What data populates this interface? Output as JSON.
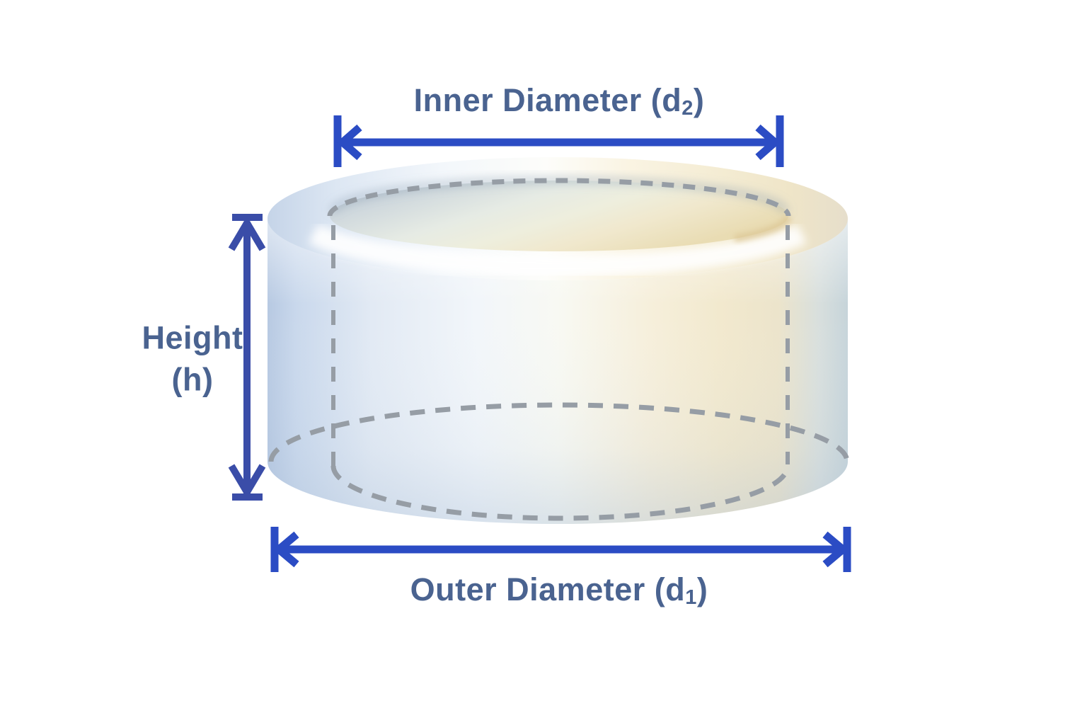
{
  "figure": {
    "name": "hollow-cylinder-dimension-diagram",
    "labels": {
      "inner_diameter": {
        "text": "Inner Diameter (d",
        "subscript": "2",
        "close_paren": ")"
      },
      "outer_diameter": {
        "text": "Outer Diameter (d",
        "subscript": "1",
        "close_paren": ")"
      },
      "height": {
        "line1": "Height",
        "line2": "(h)"
      }
    },
    "colors": {
      "arrow_blue": "#2b4cc4",
      "height_arrow_blue": "#3a4da8",
      "label_text": "#4a6390",
      "dashed_gray": "#969da5",
      "body_left_blue": "#b7c9e2",
      "body_center_white": "#f8f9f3",
      "body_right_cream": "#f2e9ce",
      "rim_white": "#fdfdfa",
      "hole_top_gray_blue": "#b3c1d1",
      "hole_bottom_cream": "#e9dcb3",
      "background": "#ffffff"
    }
  }
}
